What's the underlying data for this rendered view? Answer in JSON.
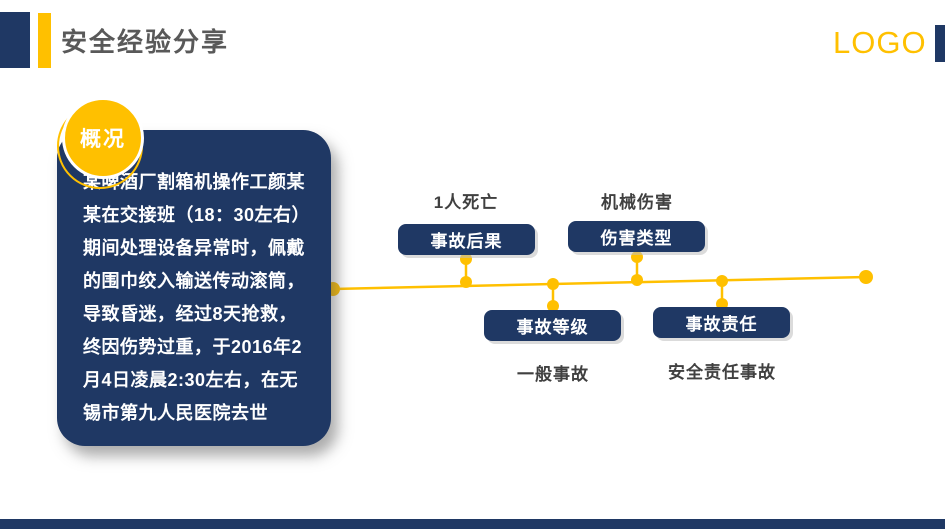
{
  "header": {
    "title": "安全经验分享",
    "logo": "LOGO"
  },
  "overview": {
    "badge": "概况",
    "text": "某啤酒厂割箱机操作工颜某某在交接班（18：30左右）期间处理设备异常时，佩戴的围巾绞入输送传动滚筒，导致昏迷，经过8天抢救，终因伤势过重，于2016年2月4日凌晨2:30左右，在无锡市第九人民医院去世"
  },
  "timeline": {
    "items": [
      {
        "label": "事故后果",
        "value": "1人死亡",
        "position": "above"
      },
      {
        "label": "伤害类型",
        "value": "机械伤害",
        "position": "above"
      },
      {
        "label": "事故等级",
        "value": "一般事故",
        "position": "below"
      },
      {
        "label": "事故责任",
        "value": "安全责任事故",
        "position": "below"
      }
    ]
  },
  "colors": {
    "navy": "#1F3864",
    "yellow": "#FFC000",
    "title_gray": "#595959",
    "label_gray": "#404040"
  }
}
